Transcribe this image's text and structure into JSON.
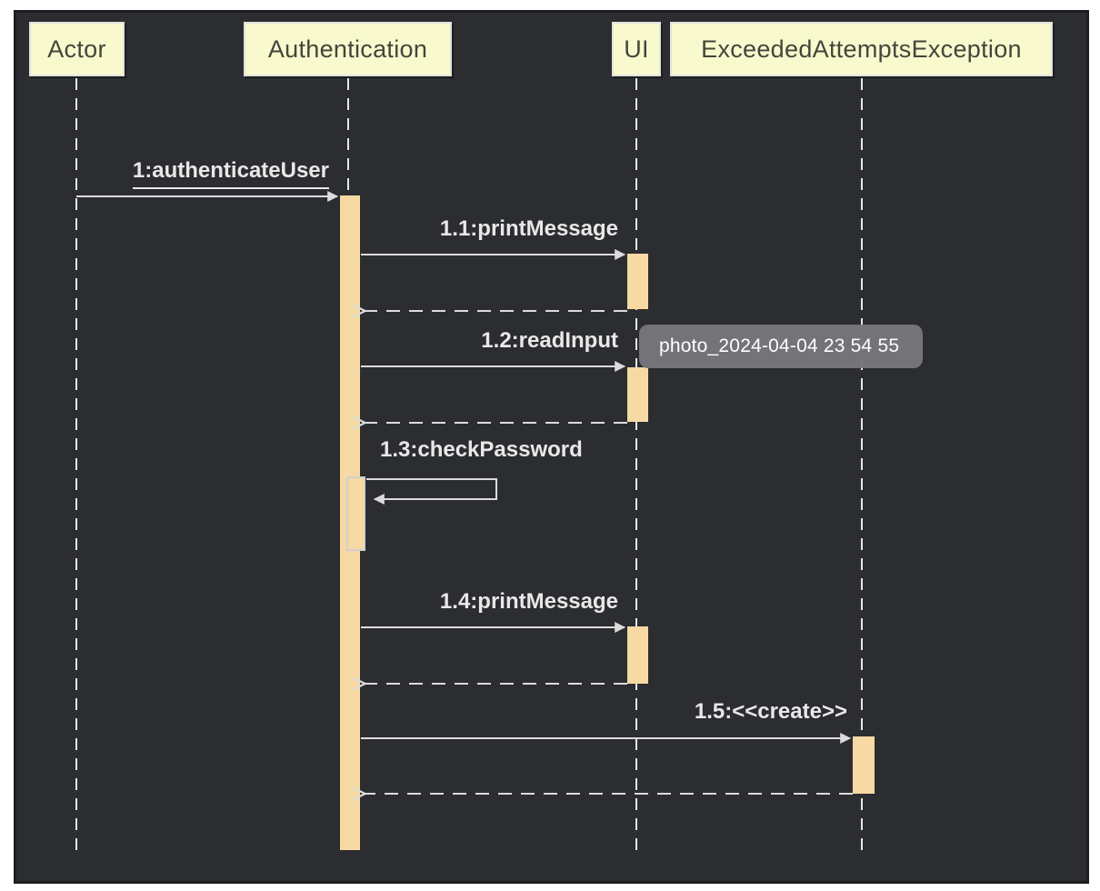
{
  "viewer": {
    "tooltip_text": "photo_2024-04-04 23 54 55"
  },
  "colors": {
    "page_background": "#ffffff",
    "panel_background": "#2b2d30",
    "panel_border": "#1e1e21",
    "participant_fill": "#f9f9ce",
    "participant_border": "#e3e3df",
    "participant_text": "#45453c",
    "activation_fill": "#f7d9a4",
    "line_color": "#dcdcdc",
    "label_color": "#e8e8e8",
    "tooltip_background": "#76767b",
    "tooltip_text_color": "#ffffff"
  },
  "diagram": {
    "type": "uml-sequence",
    "participants": [
      {
        "name": "Actor"
      },
      {
        "name": "Authentication"
      },
      {
        "name": "UI"
      },
      {
        "name": "ExceededAttemptsException"
      }
    ],
    "messages": [
      {
        "label": "1:authenticateUser",
        "from": "Actor",
        "to": "Authentication",
        "type": "call",
        "underlined": true
      },
      {
        "label": "1.1:printMessage",
        "from": "Authentication",
        "to": "UI",
        "type": "call",
        "has_dashed_return": true
      },
      {
        "label": "1.2:readInput",
        "from": "Authentication",
        "to": "UI",
        "type": "call",
        "has_dashed_return": true
      },
      {
        "label": "1.3:checkPassword",
        "from": "Authentication",
        "to": "Authentication",
        "type": "self"
      },
      {
        "label": "1.4:printMessage",
        "from": "Authentication",
        "to": "UI",
        "type": "call",
        "has_dashed_return": true
      },
      {
        "label": "1.5:<<create>>",
        "from": "Authentication",
        "to": "ExceededAttemptsException",
        "type": "create",
        "has_dashed_return": true
      }
    ]
  }
}
